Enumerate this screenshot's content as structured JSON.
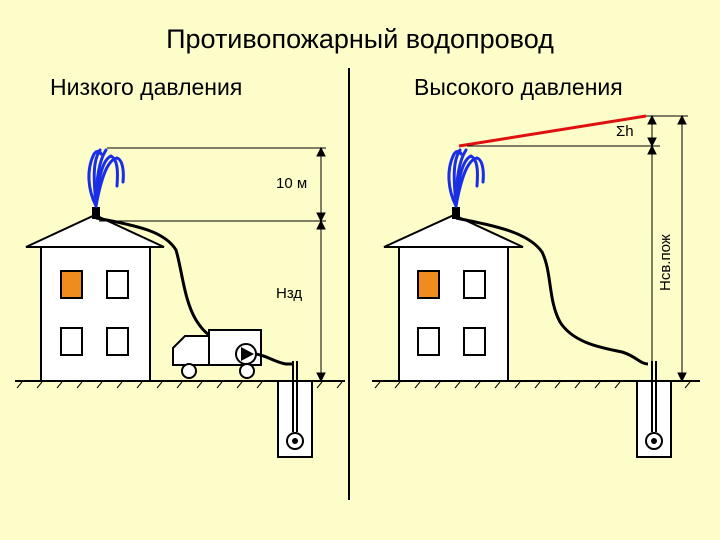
{
  "slide": {
    "title": "Противопожарный водопровод",
    "left_heading": "Низкого давления",
    "right_heading": "Высокого давления"
  },
  "labels": {
    "jet_height": "10 м",
    "building_height": "Нзд",
    "head_loss": "Σh",
    "free_head": "Нсв.пож"
  },
  "colors": {
    "background": "#fdfdc9",
    "jet": "#1a2ee8",
    "loss_line": "#e01010",
    "lit_window": "#f08c1e",
    "house": "#ffffff"
  }
}
